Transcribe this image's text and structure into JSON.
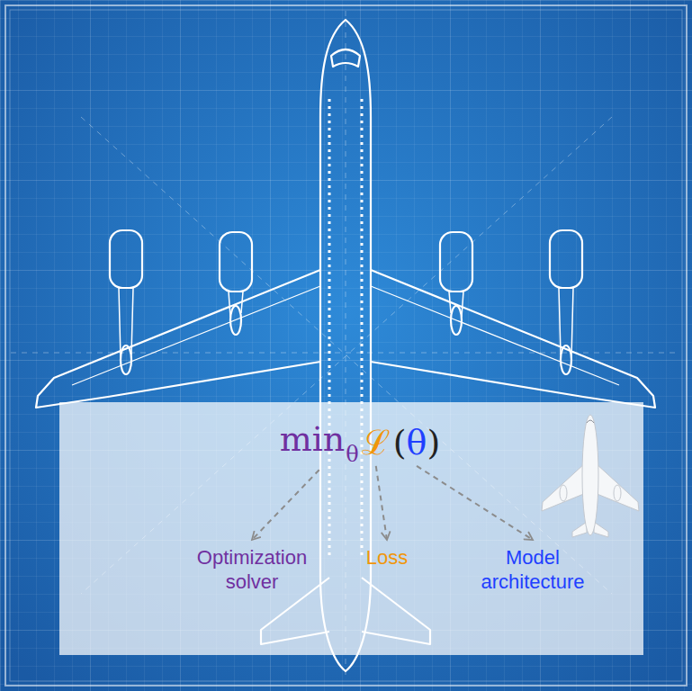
{
  "diagram": {
    "nodes": [
      {
        "text": [
          "min",
          "θ"
        ]
      },
      {
        "text": [
          "ℒ"
        ]
      },
      {
        "text": [
          "(",
          "θ",
          ")"
        ]
      },
      {
        "text": [
          "Optimization solver"
        ]
      },
      {
        "text": [
          "Loss"
        ]
      },
      {
        "text": [
          "Model architecture"
        ]
      }
    ],
    "edges": [
      {
        "from": 0,
        "to": 3,
        "arrow": "to"
      },
      {
        "from": 1,
        "to": 4,
        "arrow": "to"
      },
      {
        "from": 2,
        "to": 5,
        "arrow": "to"
      }
    ]
  }
}
